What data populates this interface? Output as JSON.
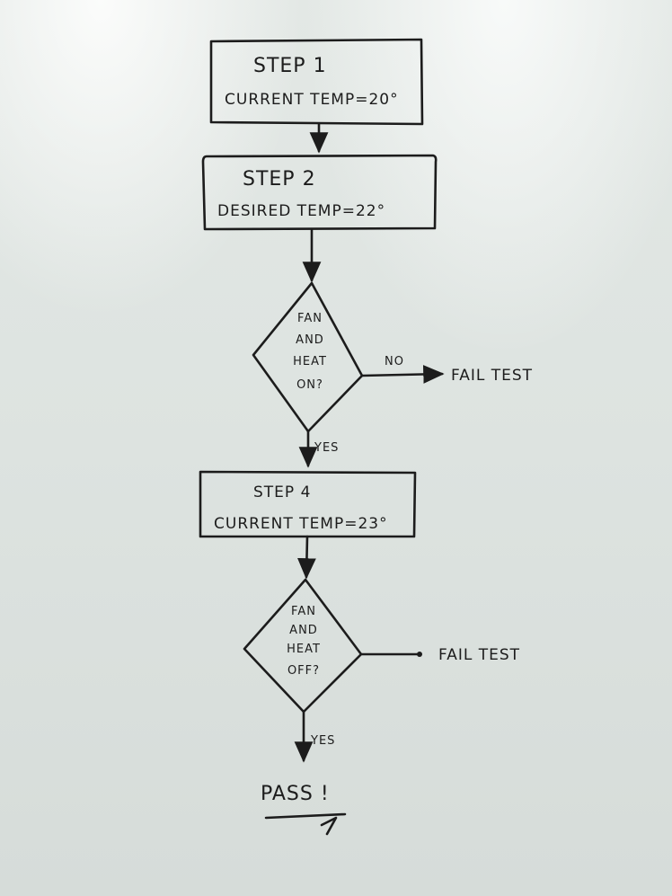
{
  "step1": {
    "title": "STEP 1",
    "detail": "CURRENT TEMP=20°"
  },
  "step2": {
    "title": "STEP 2",
    "detail": "DESIRED TEMP=22°"
  },
  "decision1": {
    "lines": [
      "FAN",
      "AND",
      "HEAT",
      "ON?"
    ],
    "no_label": "NO",
    "no_result": "FAIL TEST",
    "yes_label": "YES"
  },
  "step4": {
    "title": "STEP 4",
    "detail": "CURRENT TEMP=23°"
  },
  "decision2": {
    "lines": [
      "FAN",
      "AND",
      "HEAT",
      "OFF?"
    ],
    "no_result": "FAIL TEST",
    "yes_label": "YES"
  },
  "result": {
    "pass": "PASS !"
  },
  "colors": {
    "ink": "#1c1c1c",
    "board": "#dfe4e1"
  }
}
